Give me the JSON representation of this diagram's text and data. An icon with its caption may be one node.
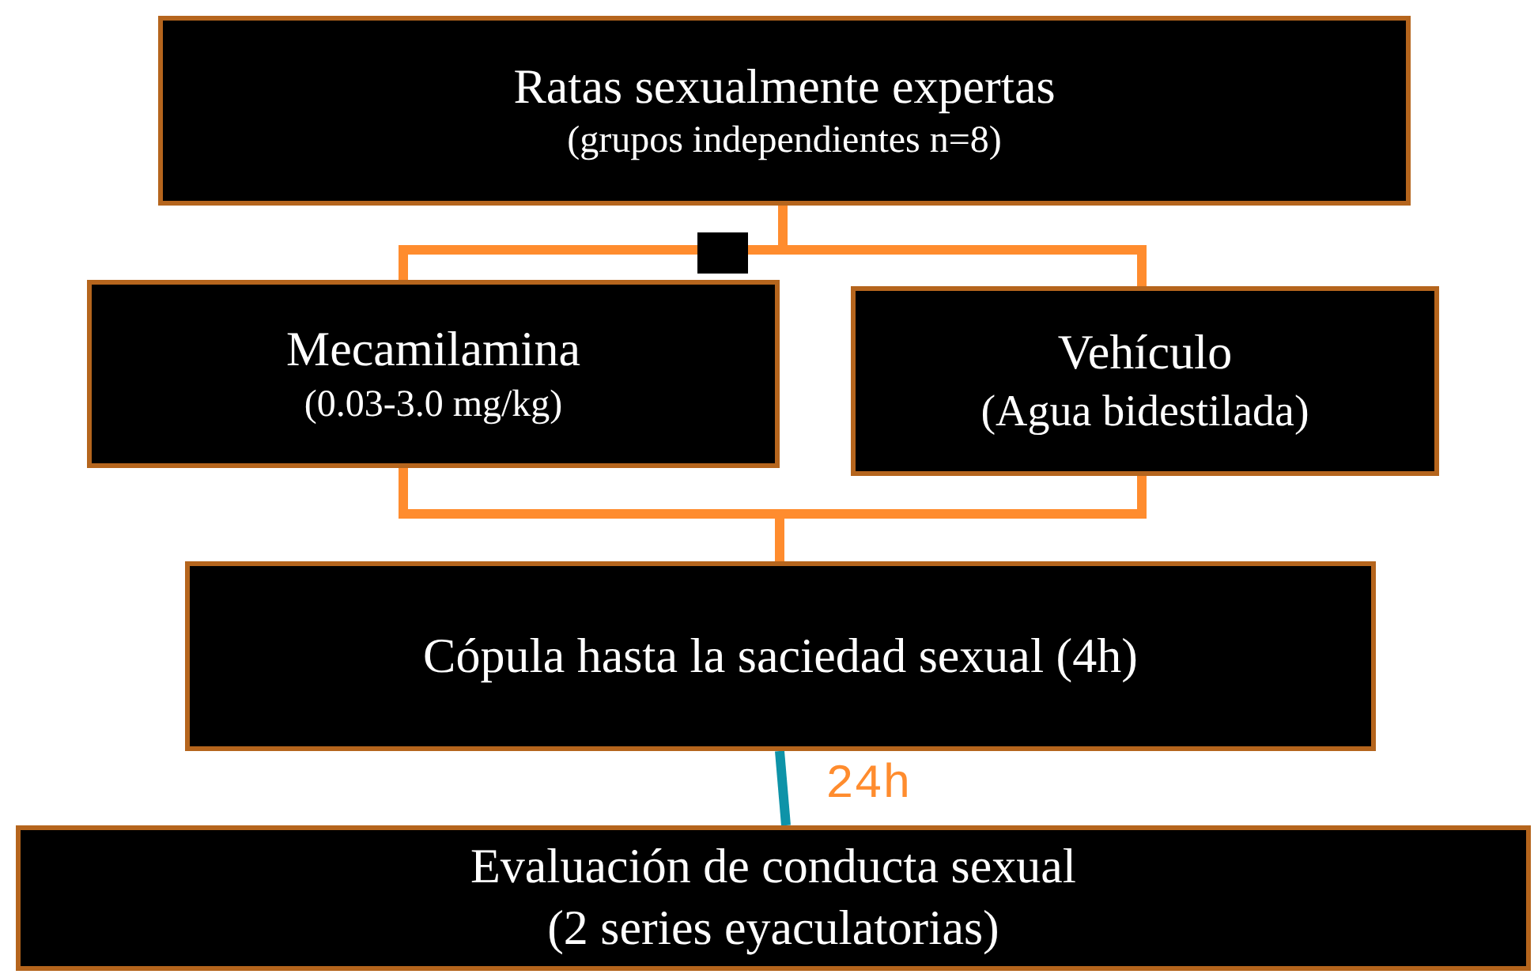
{
  "diagram": {
    "nodes": [
      {
        "text": [
          "Ratas sexualmente expertas",
          "(grupos independientes n=8)"
        ]
      },
      {
        "text": [
          "Mecamilamina",
          "(0.03-3.0 mg/kg)"
        ]
      },
      {
        "text": [
          "Vehículo",
          "(Agua bidestilada)"
        ]
      },
      {
        "text": [
          "Cópula hasta la saciedad sexual (4h)"
        ]
      },
      {
        "text": [
          "Evaluación de conducta sexual",
          "(2 series eyaculatorias)"
        ]
      }
    ],
    "edges": [
      {
        "from": 0,
        "to": 1,
        "arrow": "none"
      },
      {
        "from": 0,
        "to": 2,
        "arrow": "none"
      },
      {
        "from": 1,
        "to": 3,
        "arrow": "none"
      },
      {
        "from": 2,
        "to": 3,
        "arrow": "none"
      },
      {
        "from": 3,
        "to": 4,
        "arrow": "none",
        "label": "24h",
        "color": "#0e93a8"
      }
    ]
  }
}
